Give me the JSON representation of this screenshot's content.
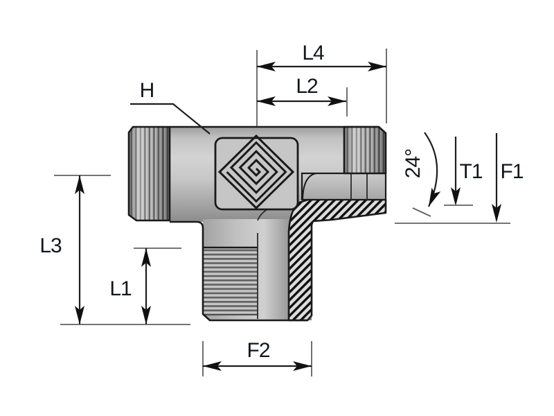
{
  "drawing": {
    "description": "Technical line drawing of a tee-shaped hydraulic adapter fitting, shown half-sectioned with hatching, with dimension callouts",
    "labels": {
      "h": "H",
      "l4": "L4",
      "l2": "L2",
      "l3": "L3",
      "l1": "L1",
      "f2": "F2",
      "t1": "T1",
      "f1": "F1",
      "cone_angle": "24°"
    },
    "colors": {
      "background": "#ffffff",
      "outline": "#1a1a1a",
      "dimension_line": "#1c1c1c",
      "extension_line": "#606060",
      "label_text": "#10161c",
      "body_light": "#d3d3d3",
      "body_mid": "#c2c2c2",
      "body_dark": "#8c8c8c",
      "thread_dark": "#5f5f5f",
      "thread_light": "#c9c9c9",
      "hatch_background": "#dcdcdc",
      "hatch_line": "#101010"
    }
  }
}
